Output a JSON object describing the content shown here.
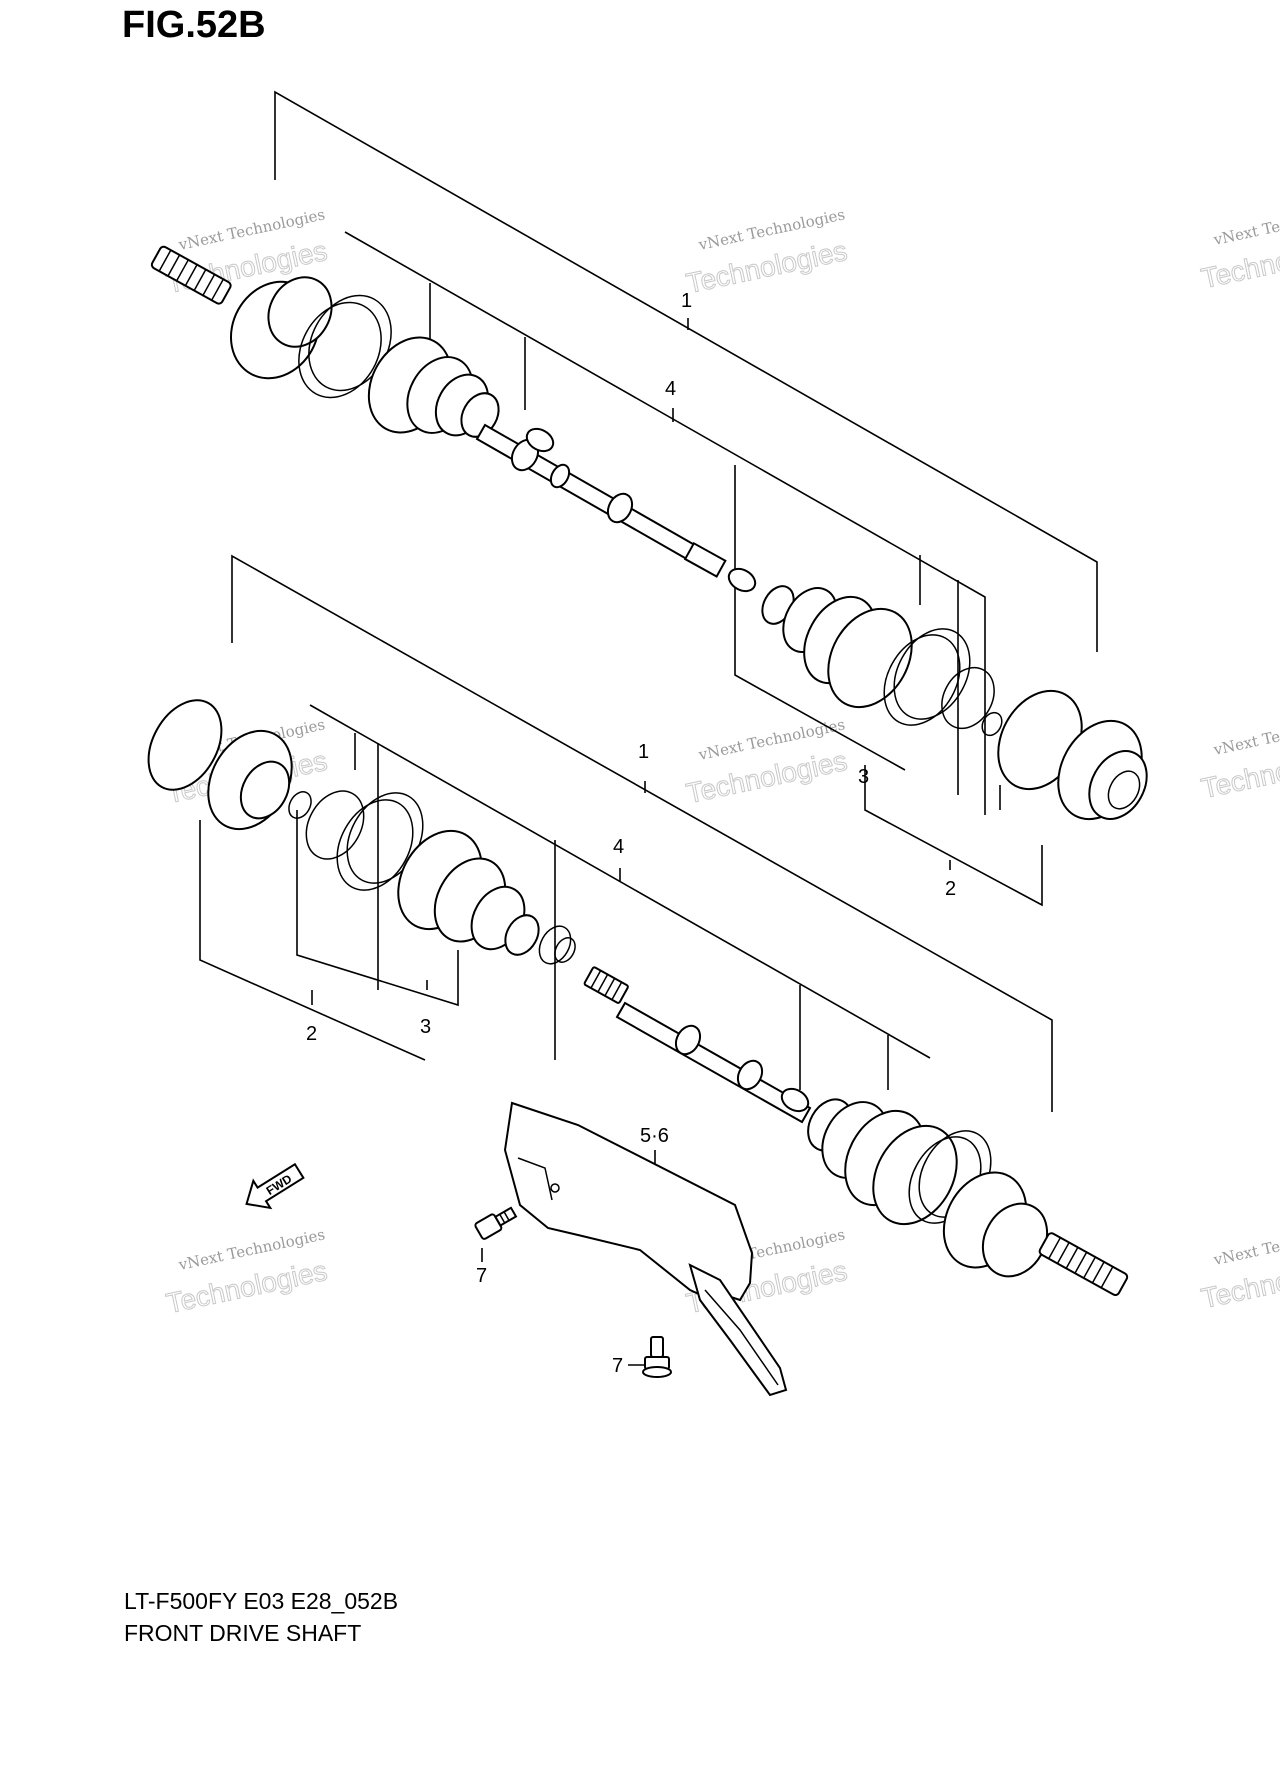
{
  "figure": {
    "title": "FIG.52B",
    "model_code": "LT-F500FY E03 E28_052B",
    "caption": "FRONT DRIVE SHAFT"
  },
  "callouts": {
    "upper_1": "1",
    "upper_4": "4",
    "upper_3": "3",
    "upper_2": "2",
    "lower_1": "1",
    "lower_4": "4",
    "lower_2": "2",
    "lower_3": "3",
    "guard": "5·6",
    "bolt_a": "7",
    "bolt_b": "7"
  },
  "direction_arrow": "FWD",
  "watermark": {
    "line1": "vNext Technologies",
    "line2": "Technologies",
    "line3": "vNext"
  },
  "colors": {
    "ink": "#000000",
    "watermark": "#9a9a9a"
  }
}
